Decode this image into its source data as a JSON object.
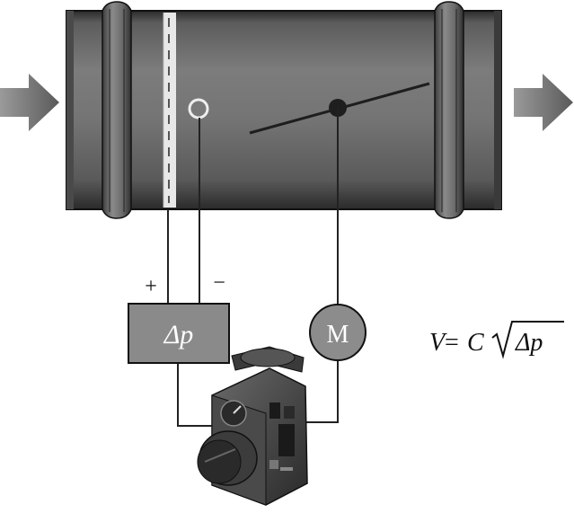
{
  "labels": {
    "plus": "+",
    "minus": "−",
    "delta_p": "Δp",
    "motor": "M",
    "formula_lhs": "V",
    "formula_eq": "=",
    "formula_c": "C",
    "formula_radicand": "Δp"
  },
  "icons": {
    "inlet": "arrow-right-icon",
    "outlet": "arrow-right-icon",
    "actuator": "damper-actuator-icon"
  },
  "colors": {
    "duct": "#6e6e6e",
    "duct_dark": "#2c2c2c",
    "box_fill": "#8a8a8a",
    "motor_fill": "#8c8c8c",
    "arrow": "#7a7a7a",
    "wire": "#222222"
  }
}
